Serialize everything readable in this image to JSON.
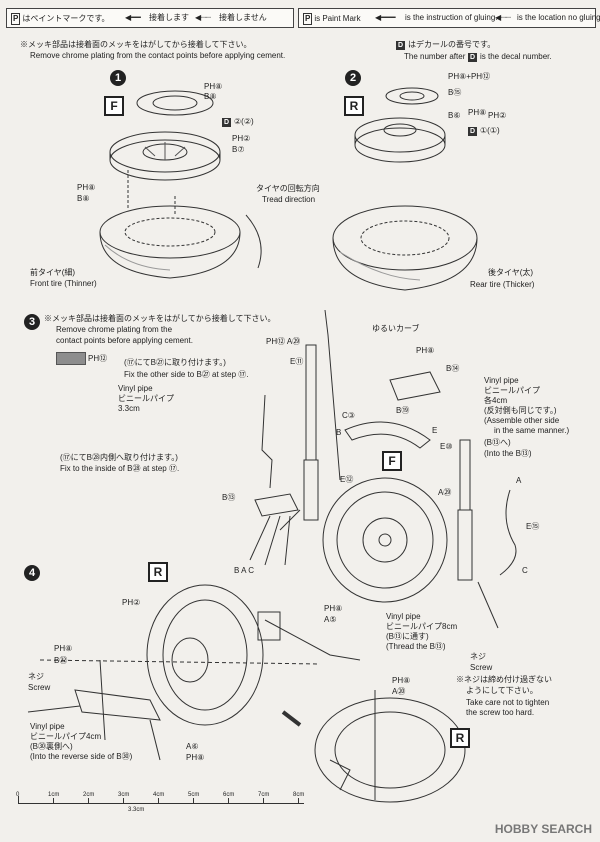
{
  "legend_left": {
    "mark": "P",
    "text": "はペイントマークです。",
    "arrow_text": "接着します",
    "dotted_text": "接着しません"
  },
  "legend_right": {
    "mark": "P",
    "text": "is Paint Mark",
    "arrow_text": "is the instruction of gluing.",
    "dotted_text": "is the location no gluing."
  },
  "chrome_note": {
    "ja": "※メッキ部品は接着面のメッキをはがしてから接着して下さい。",
    "en": "Remove chrome plating from the contact points before applying cement."
  },
  "decal_note": {
    "ja": "はデカールの番号です。",
    "en_a": "The number after",
    "en_b": "is the decal number.",
    "box": "D"
  },
  "steps": [
    "1",
    "2",
    "3",
    "4"
  ],
  "step1": {
    "box": "F",
    "tag_ph8": "PH⑧",
    "tag_b8": "B⑧",
    "tag_d2": "D",
    "tag_d2_rest": "②(②)",
    "tag_ph2": "PH②",
    "tag_b7": "B⑦",
    "tag_ph8_b": "PH⑧",
    "tag_b8_b": "B⑧",
    "tread_ja": "タイヤの回転方向",
    "tread_en": "Tread direction",
    "front_ja": "前タイヤ(細)",
    "front_en": "Front tire (Thinner)"
  },
  "step2": {
    "box": "R",
    "tag1": "PH⑧+PH⑫",
    "tag2": "B⑮",
    "tag3": "PH⑧",
    "tag4": "B⑥",
    "tag5": "PH②",
    "tag6": "D",
    "tag6_rest": "①(①)",
    "rear_ja": "後タイヤ(太)",
    "rear_en": "Rear tire (Thicker)"
  },
  "step3": {
    "note_ja": "※メッキ部品は接着面のメッキをはがしてから接着して下さい。",
    "note_en1": "Remove chrome plating from the",
    "note_en2": "contact points before applying cement.",
    "swatch_label": "PH⑫",
    "fix_ja1": "(⑰にてB㉗に取り付けます。)",
    "fix_en1": "Fix the other side to B㉗ at step ⑰.",
    "vinyl1_en": "Vinyl pipe",
    "vinyl1_ja": "ビニールパイプ",
    "vinyl1_len": "3.3cm",
    "fix_ja2": "(⑰にてB㉘内側へ取り付けます。)",
    "fix_en2": "Fix to the inside of B㉘ at step ⑰.",
    "b13": "B⑬",
    "abc": "B A C",
    "ph12_a29": "PH⑫ A㉙",
    "e11": "E⑪",
    "c3": "C③",
    "b": "B",
    "e12": "E⑫",
    "curve": "ゆるいカーブ",
    "ph8": "PH⑧",
    "b14": "B⑭",
    "b19": "B⑲",
    "e": "E",
    "e10": "E⑩",
    "a29": "A㉙",
    "box_f": "F",
    "vinyl2_en": "Vinyl pipe",
    "vinyl2_ja": "ビニールパイプ",
    "vinyl2_each": "各4cm",
    "vinyl2_same": "(反対側も同じです。)",
    "vinyl2_assemble": "(Assemble other side",
    "vinyl2_manner": "in the same manner.)",
    "vinyl2_b13": "(B⑬へ)",
    "vinyl2_into": "(Into the B⑬)",
    "a": "A",
    "e15": "E⑮",
    "c": "C"
  },
  "step4": {
    "box_r": "R",
    "ph2": "PH②",
    "ph8": "PH⑧",
    "b22": "B㉒",
    "screw_ja": "ネジ",
    "screw_en": "Screw",
    "ph8b": "PH⑧",
    "a5": "A⑤",
    "vinyl_en": "Vinyl pipe",
    "vinyl_ja": "ビニールパイプ4cm",
    "vinyl_b30": "(B㉚裏側へ)",
    "vinyl_into": "(Into the reverse side of B㉚)",
    "a6": "A⑥",
    "ph8c": "PH⑧",
    "vinyl8_en": "Vinyl pipe",
    "vinyl8_ja": "ビニールパイプ8cm",
    "vinyl8_b13": "(B⑬に通す)",
    "vinyl8_thread": "(Thread the B⑬)",
    "screw2_ja": "ネジ",
    "screw2_en": "Screw",
    "ph8d": "PH⑧",
    "a20": "A⑳",
    "caution_ja1": "※ネジは締め付け過ぎない",
    "caution_ja2": "ようにして下さい。",
    "caution_en1": "Take care not to tighten",
    "caution_en2": "the screw too hard.",
    "box_r2": "R"
  },
  "ruler": {
    "labels": [
      "0",
      "1cm",
      "2cm",
      "3cm",
      "4cm",
      "5cm",
      "6cm",
      "7cm",
      "8cm"
    ],
    "mark": "3.3cm"
  },
  "brand": "HOBBY SEARCH"
}
